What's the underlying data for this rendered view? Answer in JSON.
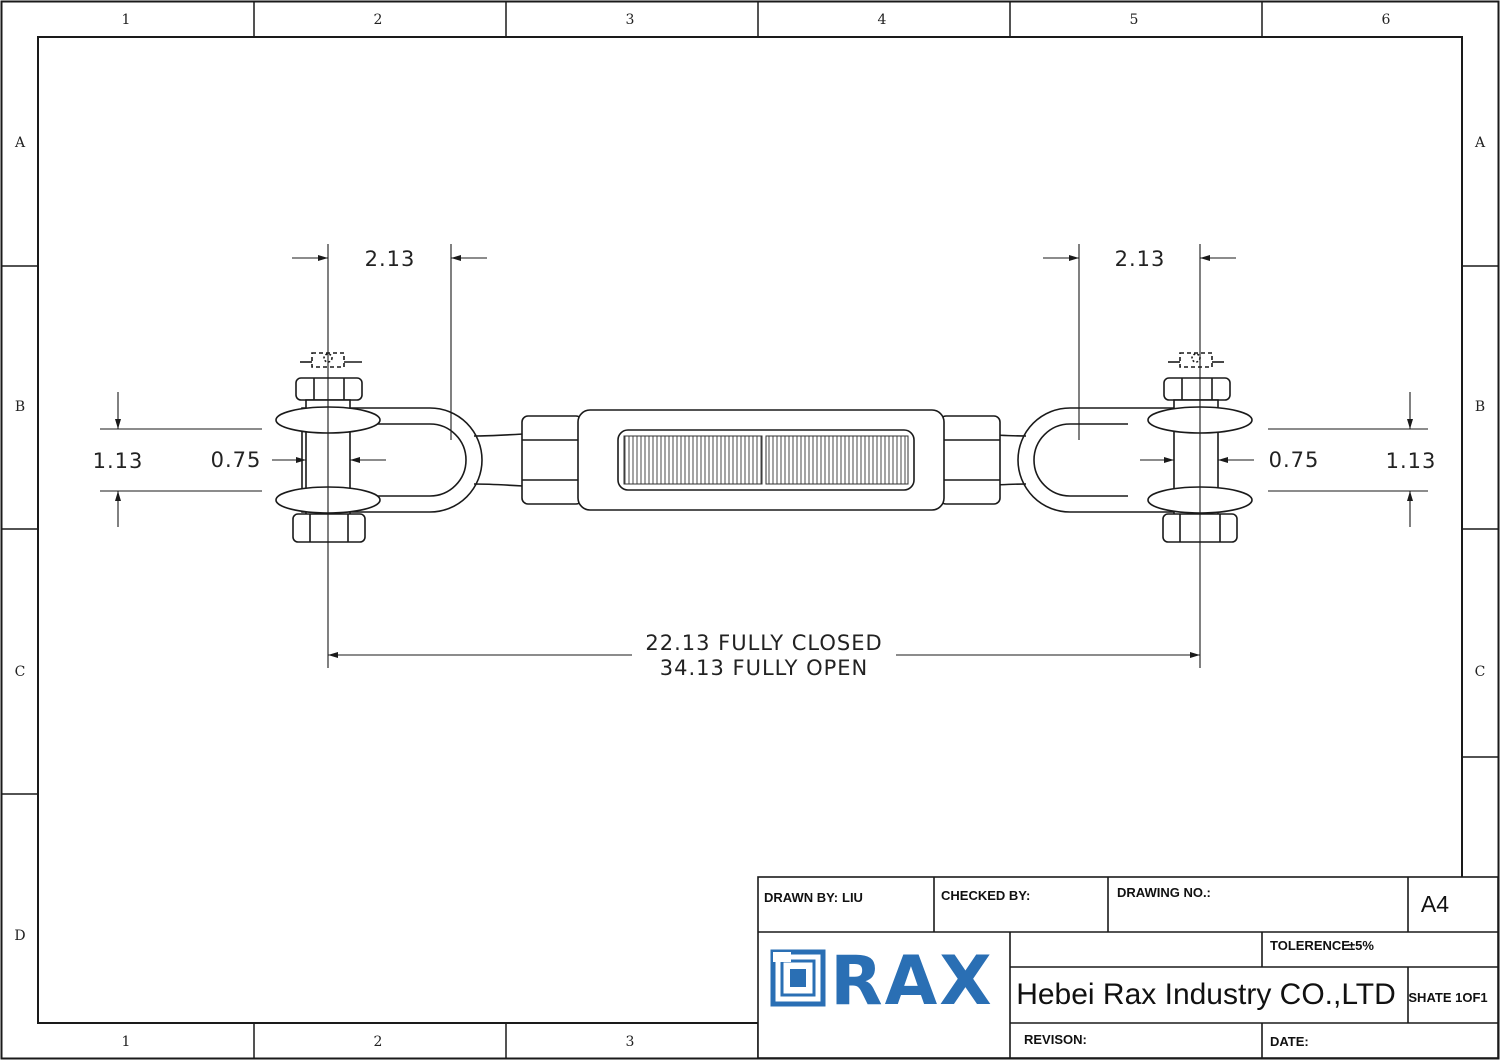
{
  "zones": {
    "columns": [
      "1",
      "2",
      "3",
      "4",
      "5",
      "6"
    ],
    "rows": [
      "A",
      "B",
      "C",
      "D"
    ]
  },
  "dimensions": {
    "left_top": "2.13",
    "right_top": "2.13",
    "left_outer": "1.13",
    "left_inner": "0.75",
    "right_inner": "0.75",
    "right_outer": "1.13",
    "overall_closed": "22.13 FULLY CLOSED",
    "overall_open": "34.13 FULLY OPEN"
  },
  "title_block": {
    "drawn_by_label": "DRAWN BY:",
    "drawn_by_value": "LIU",
    "checked_by_label": "CHECKED BY:",
    "drawing_no_label": "DRAWING NO.:",
    "size": "A4",
    "tolerance_label": "TOLERENCE:",
    "tolerance_value": "±5%",
    "logo_text": "RAX",
    "company": "Hebei Rax Industry CO.,LTD",
    "sheet": "SHATE 1OF1",
    "revision_label": "REVISON:",
    "date_label": "DATE:"
  },
  "colors": {
    "logo": "#2a6fb4",
    "line": "#1a1a1a"
  }
}
